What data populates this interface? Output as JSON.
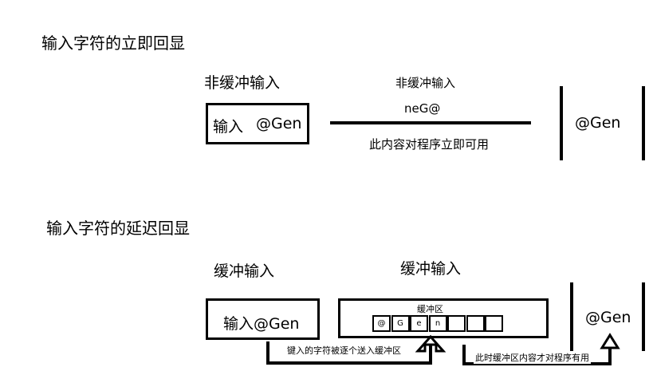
{
  "top_section": {
    "title": "输入字符的立即回显",
    "left_label": "非缓冲输入",
    "input_box": {
      "label": "输入",
      "value": "@Gen"
    },
    "arrow_top_label": "非缓冲输入",
    "arrow_mid_label": "neG@",
    "arrow_bottom_label": "此内容对程序立即可用",
    "output_value": "@Gen"
  },
  "bottom_section": {
    "title": "输入字符的延迟回显",
    "left_label": "缓冲输入",
    "input_box": {
      "text": "输入@Gen"
    },
    "middle_label": "缓冲输入",
    "buffer_label": "缓冲区",
    "buffer_cells": [
      "@",
      "G",
      "e",
      "n",
      "",
      "",
      ""
    ],
    "note_left": "键入的字符被逐个送入缓冲区",
    "note_right": "此时缓冲区内容才对程序有用",
    "output_value": "@Gen"
  }
}
